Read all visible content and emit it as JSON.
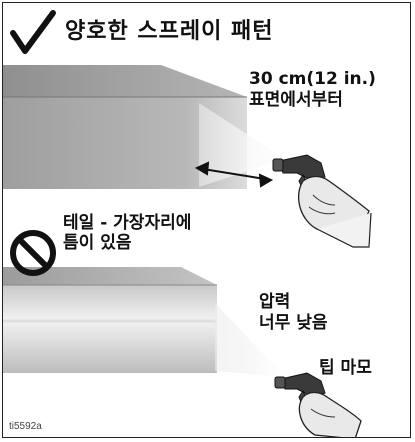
{
  "title": "양호한 스프레이 패턴",
  "distance": {
    "line1": "30 cm(12 in.)",
    "line2": "표면에서부터"
  },
  "tails_label": {
    "line1": "테일 - 가장자리에",
    "line2": "틈이 있음"
  },
  "pressure_label": {
    "line1": "압력",
    "line2": "너무 낮음"
  },
  "tip_label": "팁 마모",
  "image_code": "ti5592a",
  "icons": {
    "good": "checkmark-icon",
    "bad": "prohibition-icon"
  },
  "colors": {
    "outline": "#222222",
    "panel_front": "#a8a8a8",
    "panel_top": "#9a9a9a",
    "spray": "#e6e6e6"
  }
}
